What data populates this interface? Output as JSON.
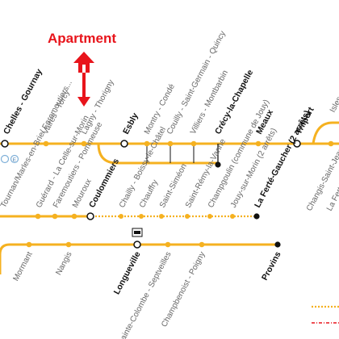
{
  "annotation": {
    "label": "Apartment",
    "color": "#e8141b"
  },
  "line_color": "#f5b120",
  "stations": {
    "chelles": "Chelles - Gournay",
    "vaires": "Vaires - Torcy",
    "lagny": "Lagny - Thorigny",
    "esbly": "Esbly",
    "montry": "Montry - Condé",
    "couilly": "Couilly - Saint-Germain - Quincy",
    "villiers": "Villiers - Montbarbin",
    "crecy": "Crécy-la-Chapelle",
    "meaux": "Meaux",
    "trilport": "Trilport",
    "isles": "Isles",
    "changis": "Changis-Saint-Jean",
    "laferte_j": "La Ferté",
    "cercy": "Tournan/Marles-en-Brie/ Faremoutiers...",
    "guerard": "Guérard - La Celle-sur-Morin",
    "faremoutiers": "Faremoutiers - Pommeuse",
    "mouroux": "Mouroux",
    "coulommiers": "Coulommiers",
    "chailly": "Chailly - Boissy-le-Châtel",
    "chauffry": "Chauffry",
    "stsimeon": "Saint-Siméon",
    "strmy": "Saint-Rémy-la-Vanne",
    "champgoulin": "Champgoulin (commune de Jouy)",
    "jouy": "Jouy-sur-Morin (2 arrêts)",
    "laferte_g": "La Ferté-Gaucher (2 arrêts)",
    "mormant": "Mormant",
    "nangis": "Nangis",
    "longueville": "Longueville",
    "stecolombe": "Sainte-Colombe - Septveilles",
    "champcenoit": "Champbenoist - Poigny",
    "provins": "Provins"
  },
  "badges": {
    "rer_e": "E",
    "cellar": "▣"
  }
}
